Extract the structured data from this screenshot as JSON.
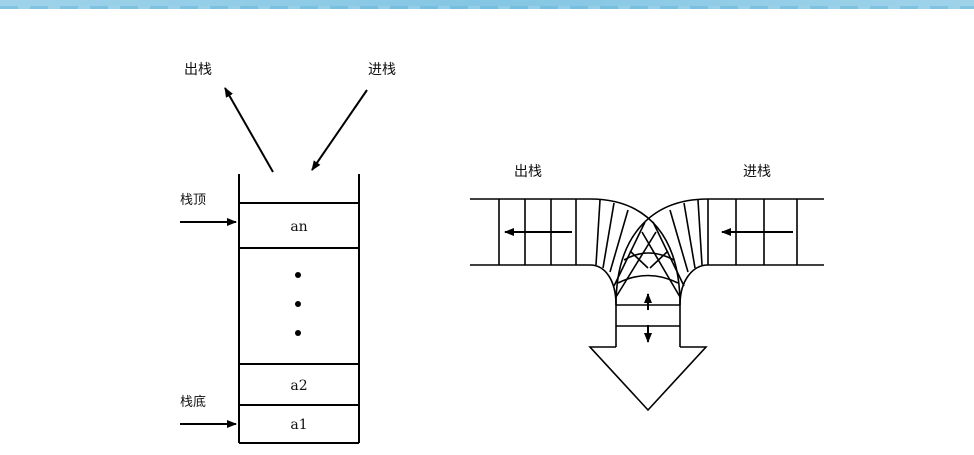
{
  "left_diagram": {
    "pop_label": "出栈",
    "push_label": "进栈",
    "top_label": "栈顶",
    "bottom_label": "栈底",
    "cells": [
      "an",
      "a2",
      "a1"
    ]
  },
  "right_diagram": {
    "pop_label": "出栈",
    "push_label": "进栈"
  }
}
